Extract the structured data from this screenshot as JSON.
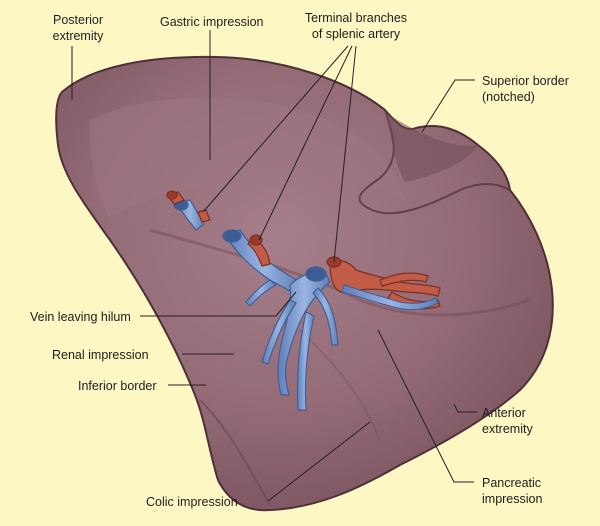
{
  "background_color": "#fdf7c3",
  "organ": "spleen",
  "colors": {
    "organ_fill": "#936a76",
    "organ_shadow": "#6e4a55",
    "organ_highlight": "#b5909a",
    "outline": "#4d3038",
    "vein": "#7f9fd2",
    "artery": "#c25c46",
    "leader_line": "#222222"
  },
  "labels": {
    "posterior_extremity": "Posterior\nextremity",
    "gastric_impression": "Gastric impression",
    "terminal_branches": "Terminal branches\nof splenic artery",
    "superior_border": "Superior border\n(notched)",
    "vein_leaving_hilum": "Vein leaving hilum",
    "renal_impression": "Renal impression",
    "inferior_border": "Inferior border",
    "anterior_extremity": "Anterior\nextremity",
    "pancreatic_impression": "Pancreatic\nimpression",
    "colic_impression": "Colic impression"
  }
}
